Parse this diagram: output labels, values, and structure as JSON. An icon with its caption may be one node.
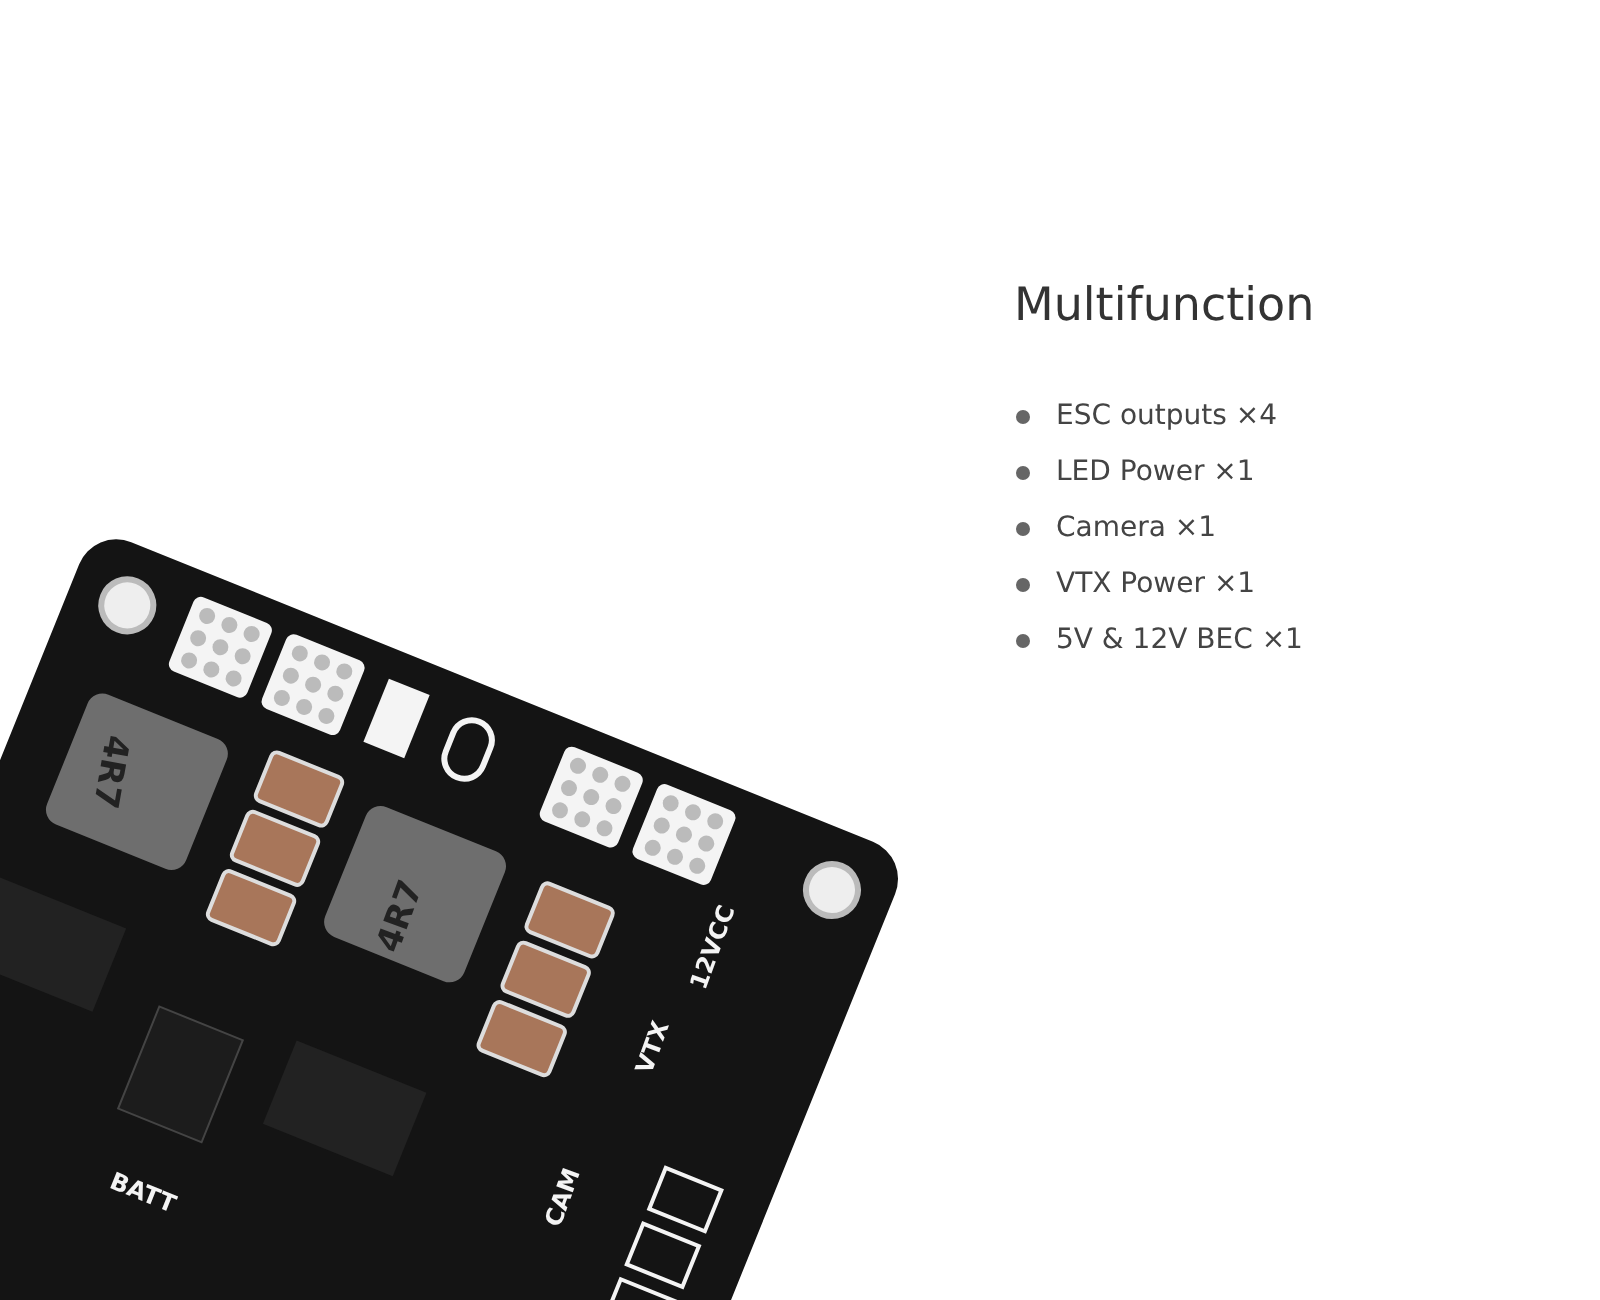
{
  "diagram": {
    "title": "Multifunction",
    "labels": [
      "ESC outputs ×4",
      "LED Power ×1",
      "Camera ×1",
      "VTX Power ×1",
      "5V & 12V BEC ×1",
      "4R7",
      "4R7",
      "12VCC",
      "VTX",
      "BATT",
      "CAM"
    ]
  }
}
